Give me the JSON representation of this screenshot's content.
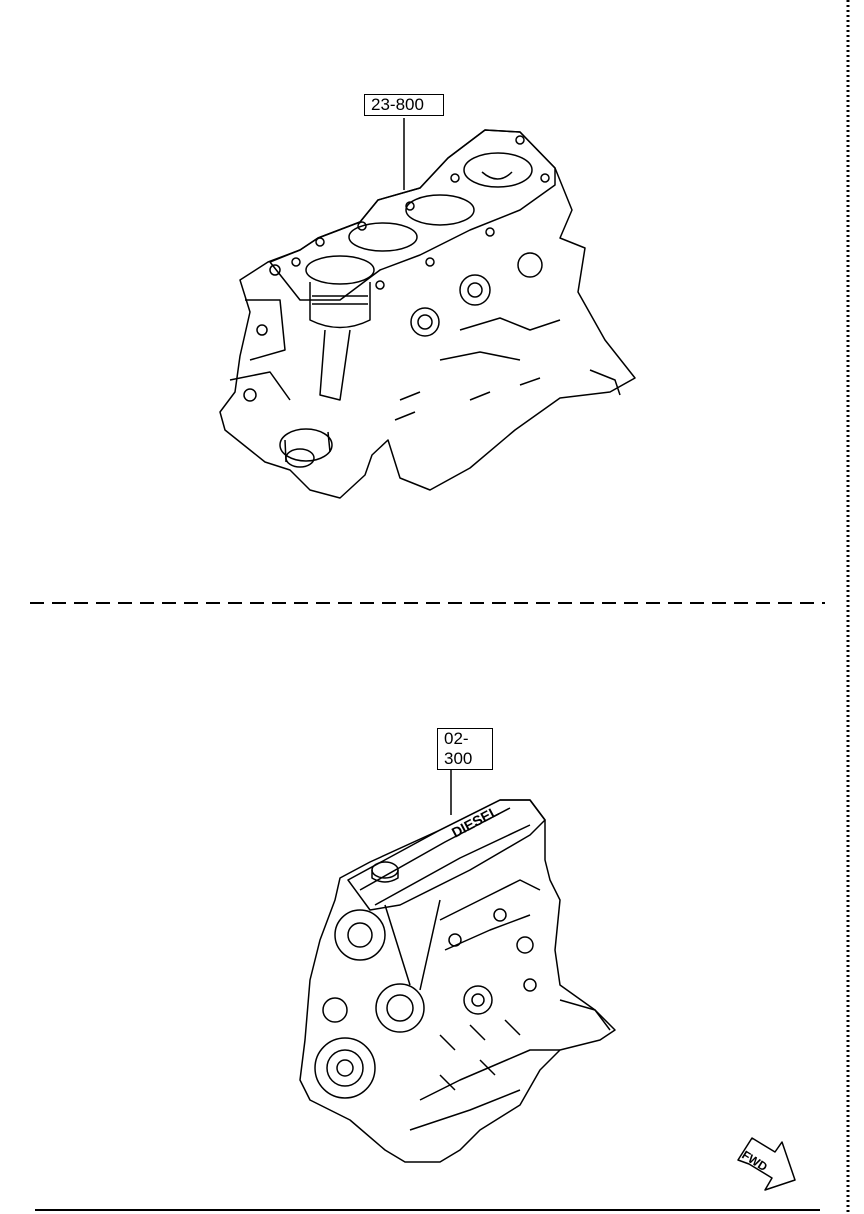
{
  "callouts": {
    "top": "23-800",
    "bottom": "02-300"
  },
  "engine_text": "DIESEL",
  "fwd_label": "FWD"
}
